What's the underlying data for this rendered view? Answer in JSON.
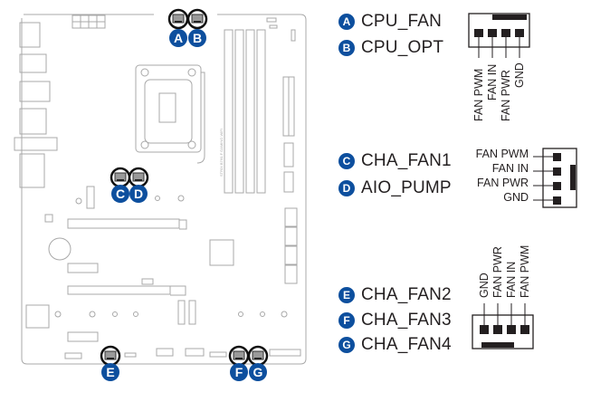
{
  "diagram": {
    "brand_color": "#0d4f9e",
    "board_line_color": "#a8a8a8",
    "board_silkscreen": "STRIX B760-F GAMING WIFI",
    "board_callouts": [
      {
        "id": "A",
        "label": "A"
      },
      {
        "id": "B",
        "label": "B"
      },
      {
        "id": "C",
        "label": "C"
      },
      {
        "id": "D",
        "label": "D"
      },
      {
        "id": "E",
        "label": "E"
      },
      {
        "id": "F",
        "label": "F"
      },
      {
        "id": "G",
        "label": "G"
      }
    ],
    "groups": [
      {
        "name": "cpu-fan-group",
        "items": [
          {
            "badge": "A",
            "label": "CPU_FAN"
          },
          {
            "badge": "B",
            "label": "CPU_OPT"
          }
        ],
        "pins": [
          "FAN PWM",
          "FAN IN",
          "FAN PWR",
          "GND"
        ],
        "orientation": "pins-down"
      },
      {
        "name": "cha-fan1-group",
        "items": [
          {
            "badge": "C",
            "label": "CHA_FAN1"
          },
          {
            "badge": "D",
            "label": "AIO_PUMP"
          }
        ],
        "pins": [
          "FAN PWM",
          "FAN IN",
          "FAN PWR",
          "GND"
        ],
        "orientation": "pins-left"
      },
      {
        "name": "cha-fan-group",
        "items": [
          {
            "badge": "E",
            "label": "CHA_FAN2"
          },
          {
            "badge": "F",
            "label": "CHA_FAN3"
          },
          {
            "badge": "G",
            "label": "CHA_FAN4"
          }
        ],
        "pins": [
          "GND",
          "FAN PWR",
          "FAN IN",
          "FAN PWM"
        ],
        "orientation": "pins-up"
      }
    ]
  }
}
